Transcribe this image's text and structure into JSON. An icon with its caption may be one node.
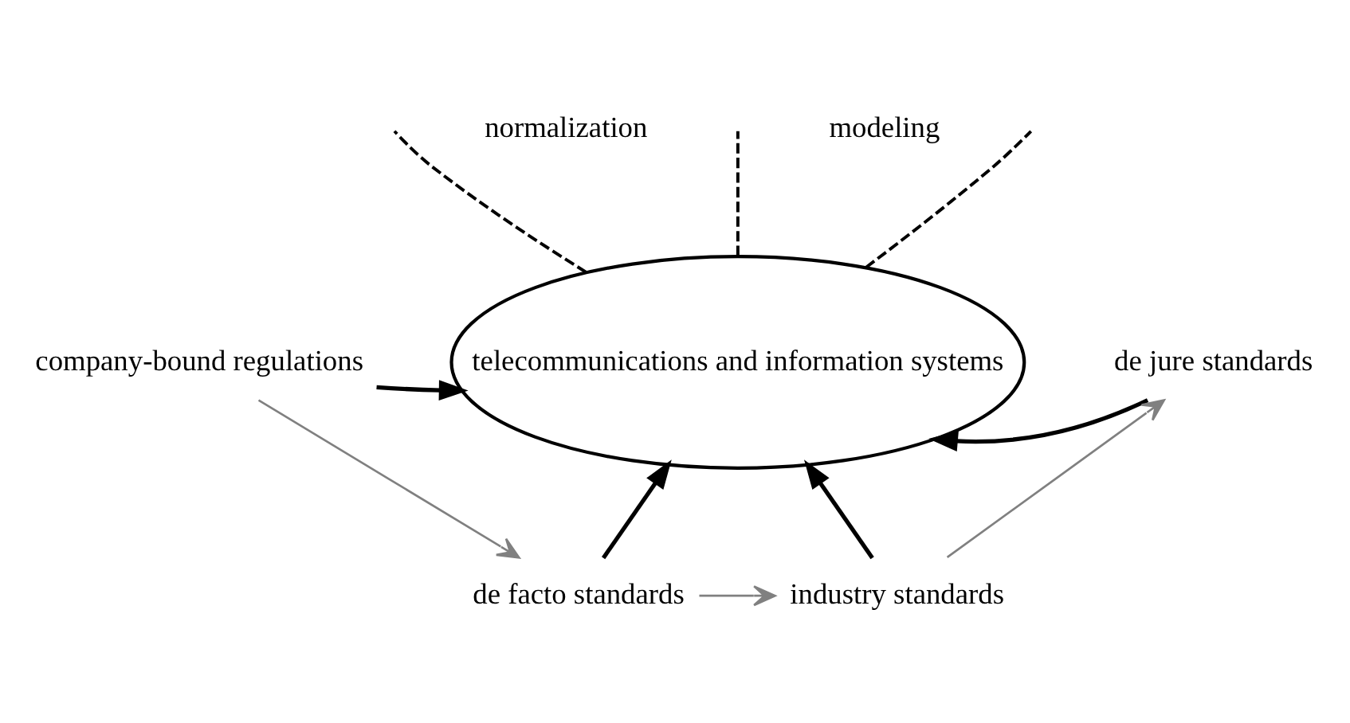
{
  "diagram": {
    "nodes": [
      {
        "text": [
          "telecommunications and information systems"
        ]
      },
      {
        "text": [
          "company-bound regulations"
        ]
      },
      {
        "text": [
          "de jure standards"
        ]
      },
      {
        "text": [
          "de facto standards"
        ]
      },
      {
        "text": [
          "industry standards"
        ]
      }
    ],
    "edges": [
      {
        "from": 0,
        "to": null,
        "arrow": "none",
        "style": "dashed"
      },
      {
        "from": 0,
        "to": null,
        "arrow": "none",
        "style": "dashed"
      },
      {
        "from": 0,
        "to": null,
        "arrow": "none",
        "style": "dashed"
      },
      {
        "from": 1,
        "to": 0,
        "arrow": "to"
      },
      {
        "from": 2,
        "to": 0,
        "arrow": "to"
      },
      {
        "from": 3,
        "to": 0,
        "arrow": "to"
      },
      {
        "from": 4,
        "to": 0,
        "arrow": "to"
      },
      {
        "from": 1,
        "to": 3,
        "arrow": "to",
        "color": "#808080"
      },
      {
        "from": 3,
        "to": 4,
        "arrow": "to",
        "color": "#808080"
      },
      {
        "from": 4,
        "to": 2,
        "arrow": "to",
        "color": "#808080"
      }
    ],
    "labels": [
      "normalization",
      "modeling"
    ]
  }
}
